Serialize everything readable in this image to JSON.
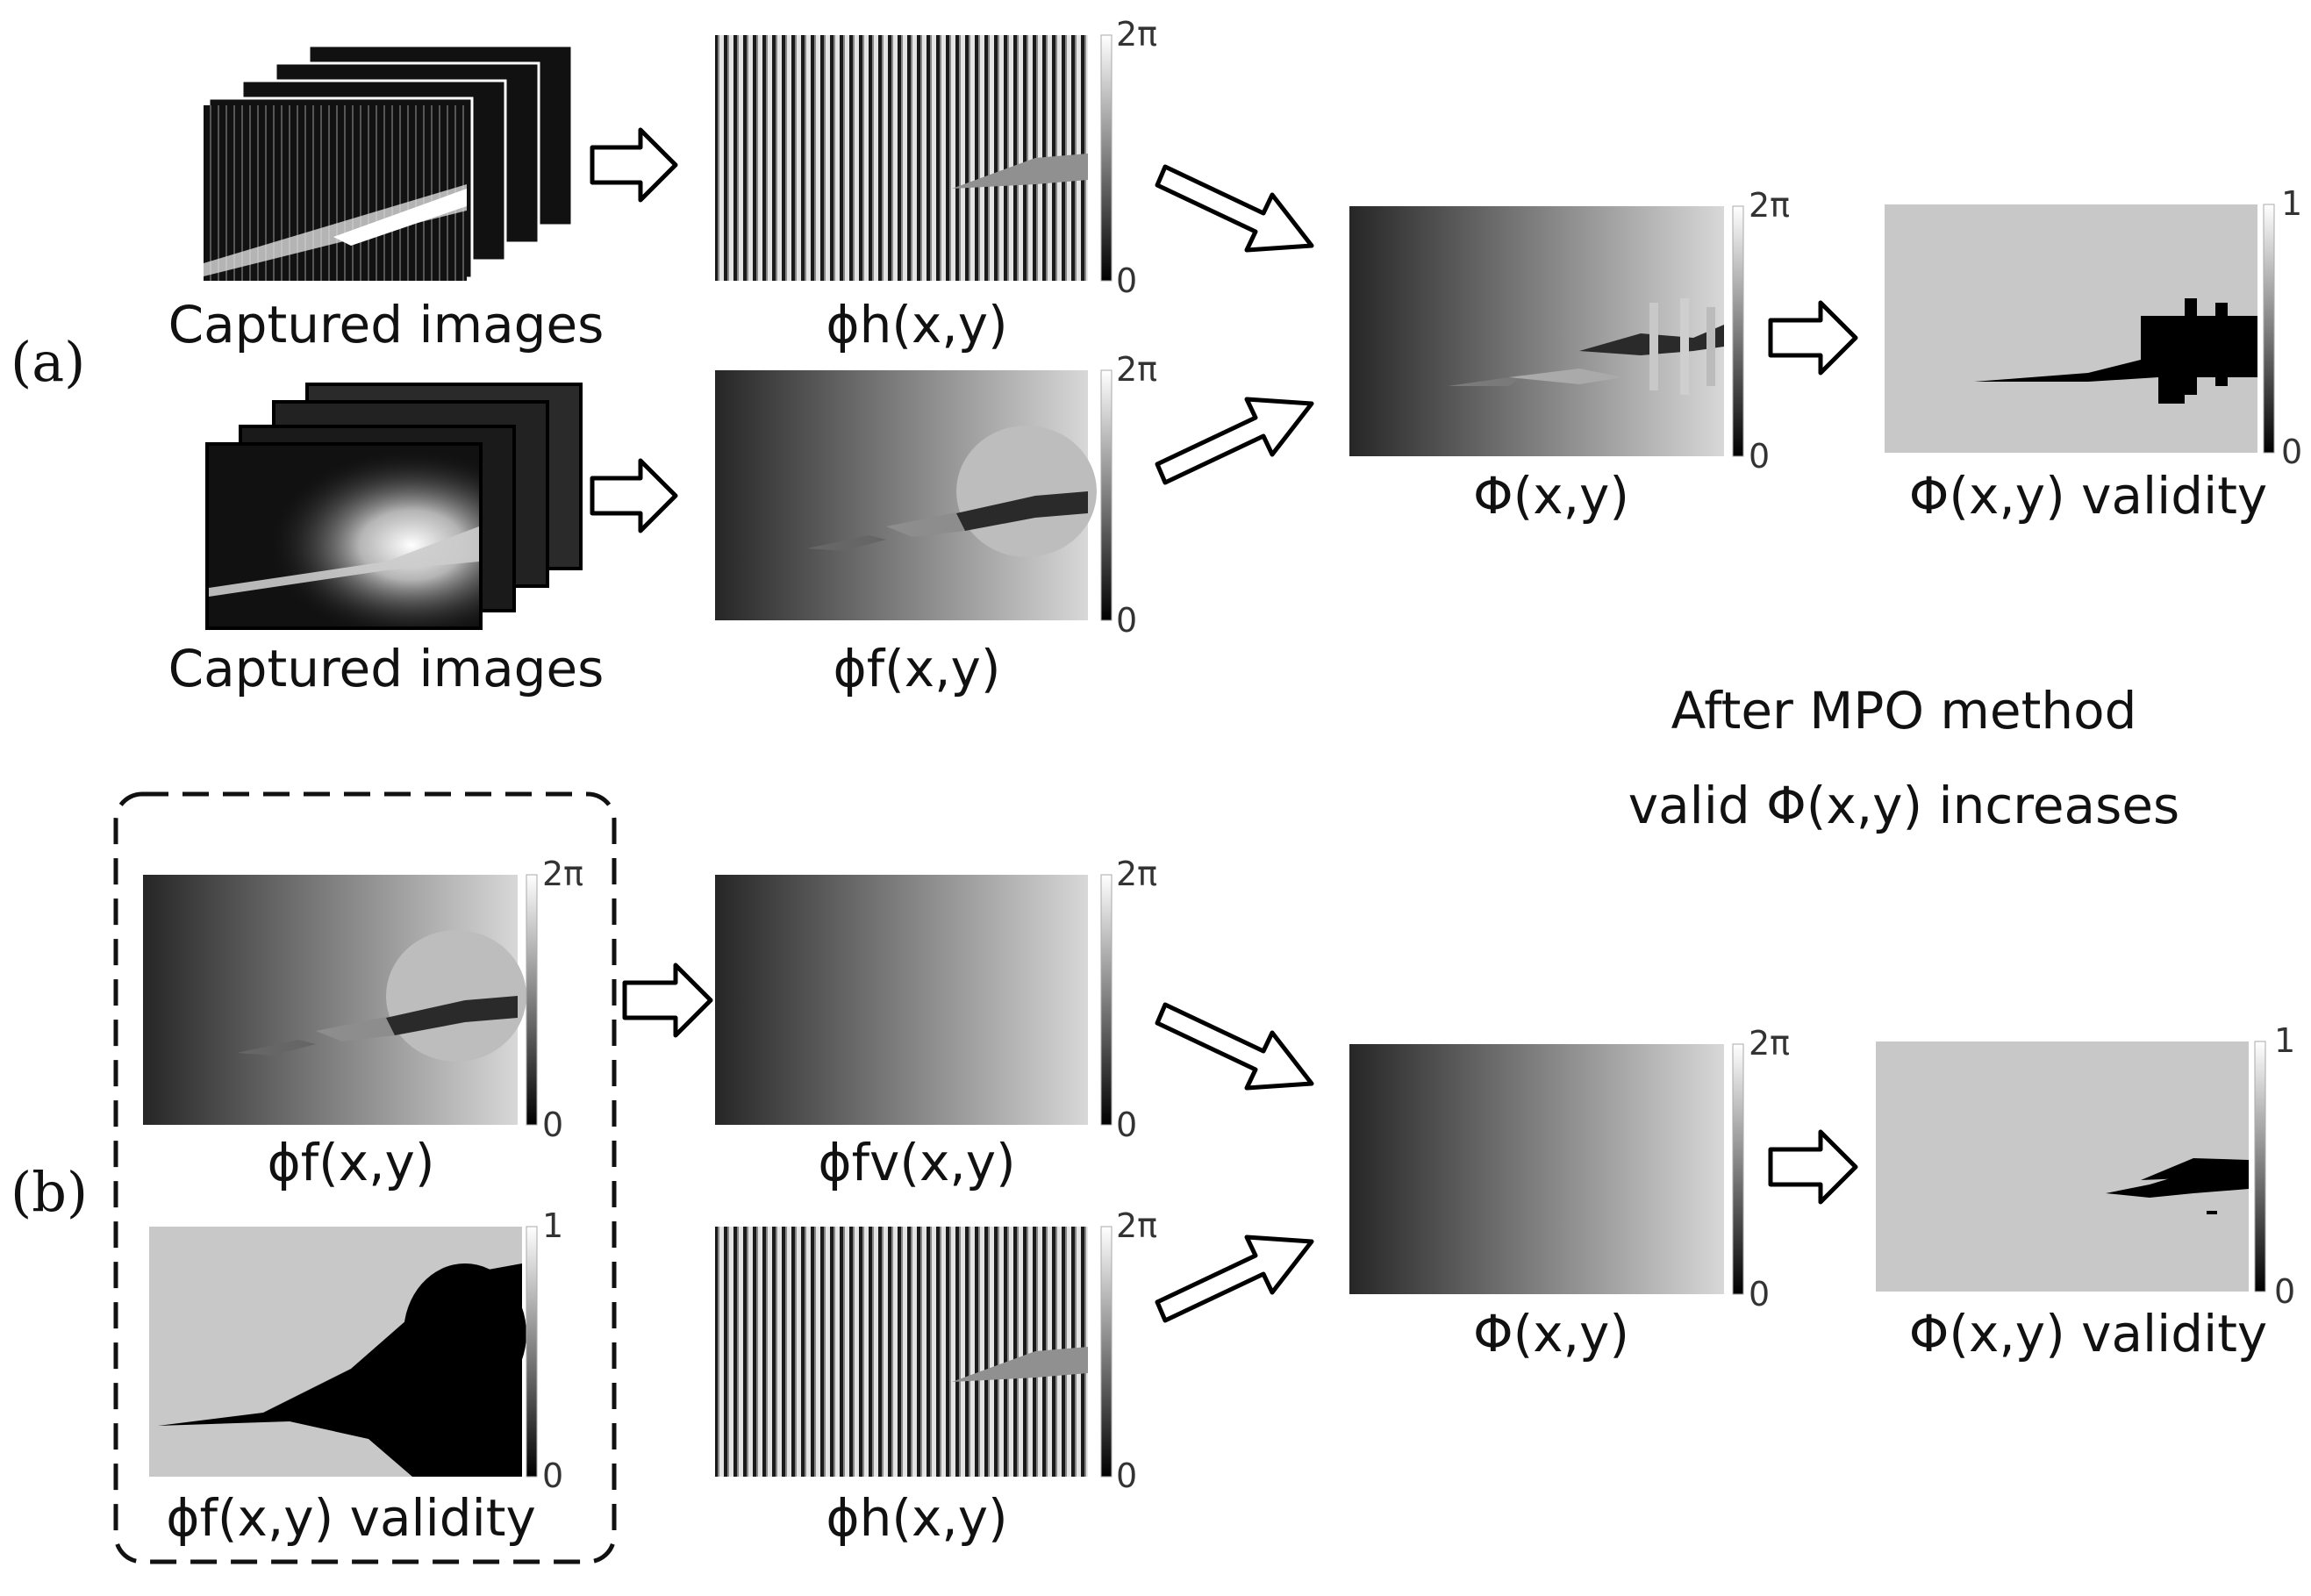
{
  "panel_labels": {
    "a": "(a)",
    "b": "(b)"
  },
  "note": {
    "line1": "After MPO method",
    "line2": "valid Φ(x,y) increases"
  },
  "captions": {
    "captured_fringe": "Captured images",
    "captured_full": "Captured images",
    "phi_h_a": "ϕh(x,y)",
    "phi_f_a": "ϕf(x,y)",
    "Phi_a": "Φ(x,y)",
    "Phi_valid_a": "Φ(x,y) validity",
    "phi_f_b": "ϕf(x,y)",
    "phi_f_valid_b": "ϕf(x,y) validity",
    "phi_fv_b": "ϕfv(x,y)",
    "phi_h_b": "ϕh(x,y)",
    "Phi_b": "Φ(x,y)",
    "Phi_valid_b": "Φ(x,y) validity"
  },
  "colorbar_ticks": {
    "phase_max": "2π",
    "phase_min": "0",
    "valid_max": "1",
    "valid_min": "0"
  }
}
